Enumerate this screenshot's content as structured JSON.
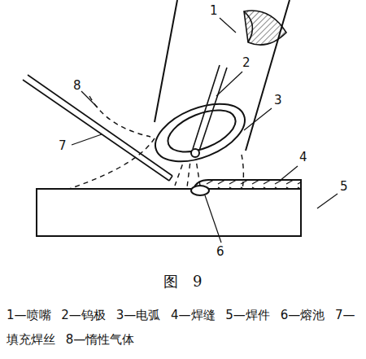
{
  "diagram": {
    "caption": "图　9",
    "labels": [
      "1",
      "2",
      "3",
      "4",
      "5",
      "6",
      "7",
      "8",
      "1—喷嘴",
      "2—钨极",
      "3—电弧",
      "4—焊缝",
      "5—焊件",
      "6—熔池",
      "7—填充焊丝",
      "8—惰性气体"
    ]
  }
}
